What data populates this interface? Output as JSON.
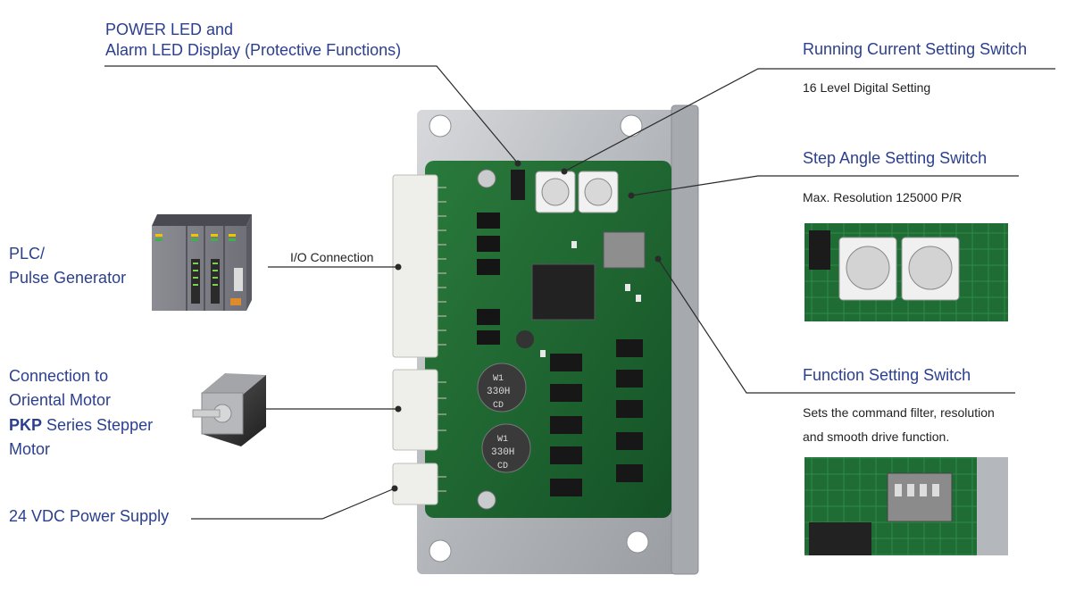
{
  "callouts": {
    "power_led": {
      "line1": "POWER LED and",
      "line2": "Alarm LED Display (Protective Functions)"
    },
    "running_current": {
      "title": "Running Current Setting Switch",
      "desc": "16 Level Digital Setting"
    },
    "step_angle": {
      "title": "Step Angle Setting Switch",
      "desc": "Max. Resolution 125000 P/R"
    },
    "function_switch": {
      "title": "Function Setting Switch",
      "desc_line1": "Sets the command filter, resolution",
      "desc_line2": "and smooth drive function."
    },
    "plc": {
      "line1": "PLC/",
      "line2": "Pulse Generator"
    },
    "io_connection": {
      "label": "I/O Connection"
    },
    "motor": {
      "line1": "Connection to",
      "line2": "Oriental Motor",
      "line3_bold": "PKP",
      "line3_rest": " Series Stepper",
      "line4": "Motor"
    },
    "power_supply": {
      "label": "24 VDC Power Supply"
    }
  },
  "board_marks": {
    "cap_text_1": "330H",
    "cap_text_2": "330H",
    "cap_prefix": "W1",
    "cap_suffix": "CD"
  },
  "colors": {
    "title_blue": "#2b3f8f",
    "pcb_green": "#1f6b34",
    "metal": "#b9bcc0"
  }
}
